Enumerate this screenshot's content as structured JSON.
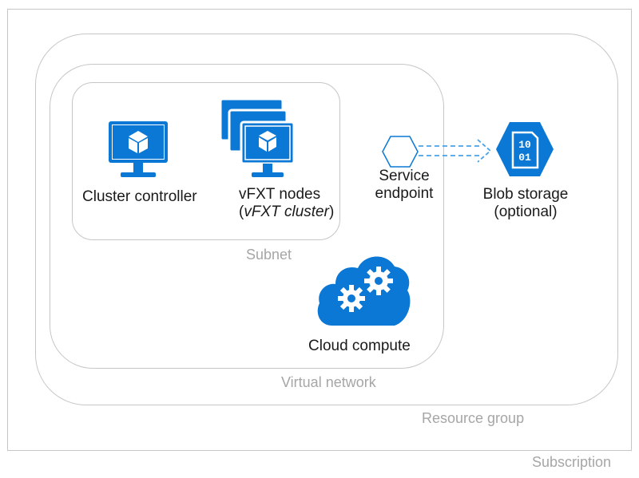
{
  "labels": {
    "subscription": "Subscription",
    "resource_group": "Resource group",
    "virtual_network": "Virtual network",
    "subnet": "Subnet"
  },
  "nodes": {
    "cluster_controller": {
      "label": "Cluster controller",
      "icon": "vm-monitor-icon"
    },
    "vfxt_nodes": {
      "label": "vFXT nodes",
      "sublabel": "vFXT cluster",
      "icon": "stacked-vm-monitor-icon"
    },
    "service_endpoint": {
      "label_line1": "Service",
      "label_line2": "endpoint",
      "icon": "hexagon-endpoint-icon"
    },
    "blob_storage": {
      "label_line1": "Blob storage",
      "label_line2": "(optional)",
      "icon": "blob-storage-icon",
      "glyph_line1": "10",
      "glyph_line2": "01"
    },
    "cloud_compute": {
      "label": "Cloud compute",
      "icon": "cloud-gears-icon"
    }
  },
  "colors": {
    "azure_blue": "#0a78d4",
    "container_border": "#c6c6c6",
    "container_label": "#a6a6a6",
    "arrow": "#4aa3e6"
  }
}
